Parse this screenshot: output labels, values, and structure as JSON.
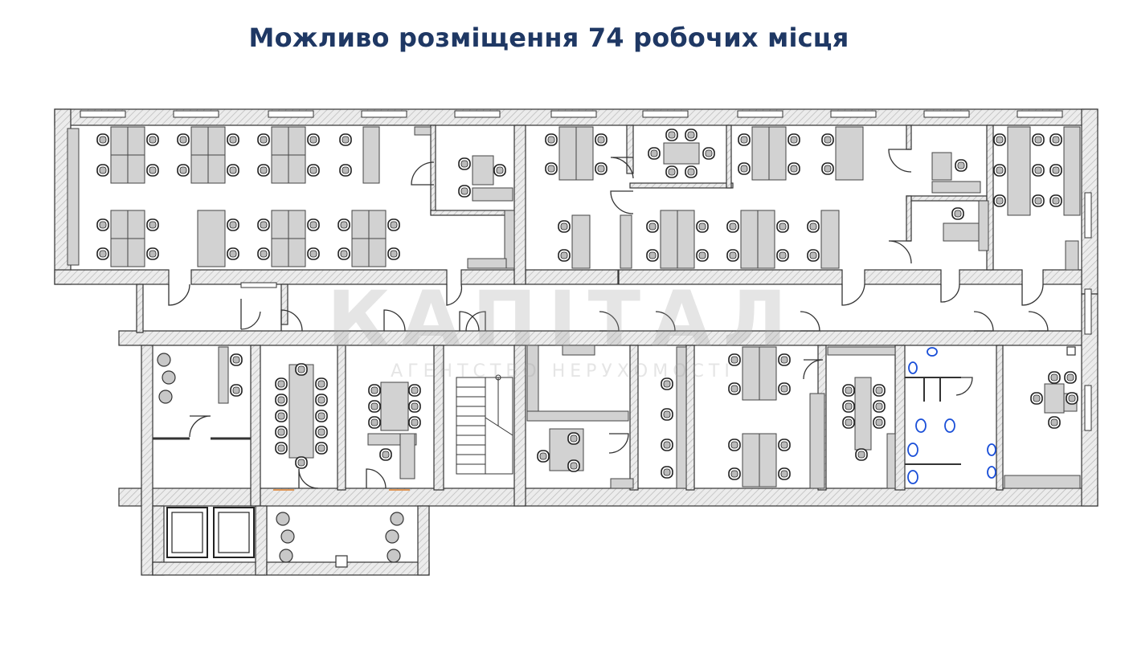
{
  "title": "Можливо розміщення 74 робочих місця",
  "watermark": {
    "brand": "КАПІТАЛ",
    "subtitle": "АГЕНТСТВО НЕРУХОМОСТІ"
  },
  "colors": {
    "title": "#1f3864",
    "wall": "#e6e6e6",
    "wall_stroke": "#333333",
    "furniture": "#d2d2d2",
    "fixture_blue": "#1a4fd8",
    "door_orange": "#e0995a"
  },
  "legend": {
    "workplaces": 74
  }
}
